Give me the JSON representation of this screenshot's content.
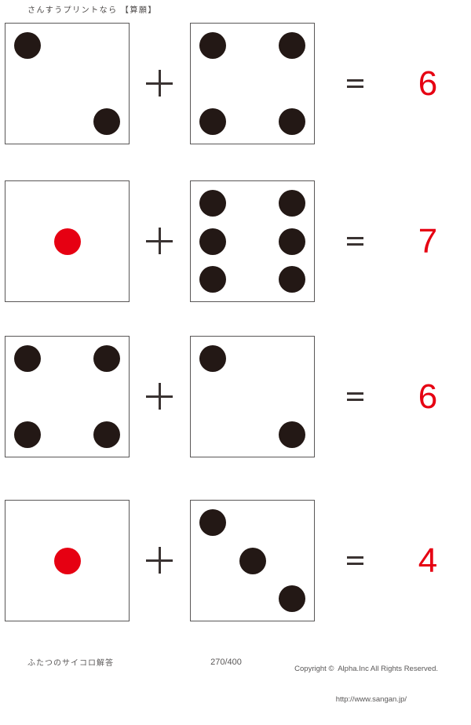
{
  "header": {
    "title": "さんすうプリントなら 【算願】"
  },
  "operator_label": "+",
  "equals_label": "=",
  "problems": [
    {
      "die1": {
        "value": 2,
        "pip_color": "black"
      },
      "die2": {
        "value": 4,
        "pip_color": "black"
      },
      "answer": "6"
    },
    {
      "die1": {
        "value": 1,
        "pip_color": "red"
      },
      "die2": {
        "value": 6,
        "pip_color": "black"
      },
      "answer": "7"
    },
    {
      "die1": {
        "value": 4,
        "pip_color": "black"
      },
      "die2": {
        "value": 2,
        "pip_color": "black"
      },
      "answer": "6"
    },
    {
      "die1": {
        "value": 1,
        "pip_color": "red"
      },
      "die2": {
        "value": 3,
        "pip_color": "black"
      },
      "answer": "4"
    }
  ],
  "footer": {
    "worksheet_label": "ふたつのサイコロ解答",
    "page_number": "270/400",
    "copyright": "Copyright ©  Alpha.Inc All Rights Reserved.",
    "url": "http://www.sangan.jp/"
  },
  "colors": {
    "pip_black": "#231815",
    "pip_red": "#e60012",
    "answer_red": "#e60012",
    "ink": "#3a3332",
    "text_gray": "#595757",
    "die_border": "#595757"
  }
}
